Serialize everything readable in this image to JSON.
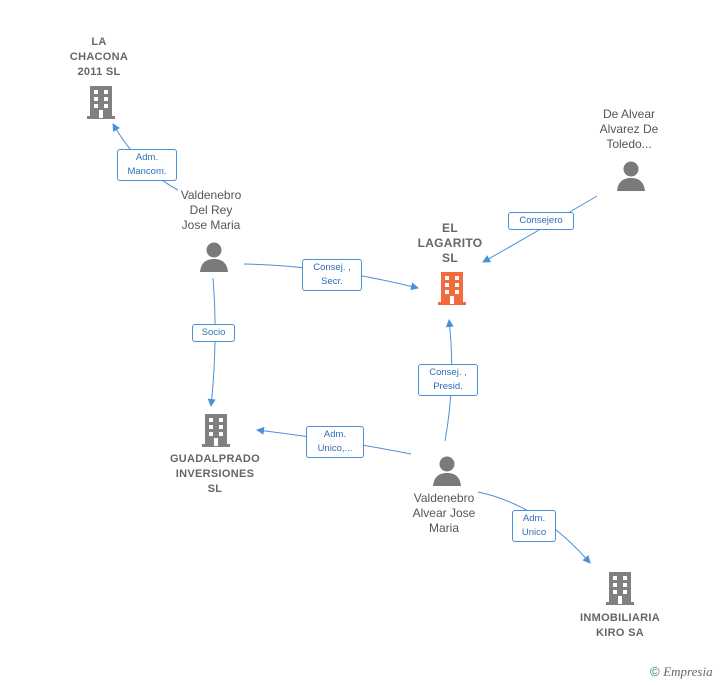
{
  "nodes": {
    "la_chacona": {
      "label": "LA\nCHACONA\n2011  SL",
      "type": "company"
    },
    "de_alvear": {
      "label": "De Alvear\nAlvarez De\nToledo...",
      "type": "person"
    },
    "valdenebro_del_rey": {
      "label": "Valdenebro\nDel Rey\nJose Maria",
      "type": "person"
    },
    "el_lagarito": {
      "label": "EL\nLAGARITO\nSL",
      "type": "company-main"
    },
    "guadalprado": {
      "label": "GUADALPRADO\nINVERSIONES\nSL",
      "type": "company"
    },
    "valdenebro_alvear": {
      "label": "Valdenebro\nAlvear Jose\nMaria",
      "type": "person"
    },
    "inmobiliaria_kiro": {
      "label": "INMOBILIARIA\nKIRO SA",
      "type": "company"
    }
  },
  "edges": {
    "adm_mancom": "Adm.\nMancom.",
    "consejero": "Consejero",
    "consej_secr": "Consej. ,\nSecr.",
    "socio": "Socio",
    "consej_presid": "Consej. ,\nPresid.",
    "adm_unico_multi": "Adm.\nUnico,...",
    "adm_unico": "Adm.\nUnico"
  },
  "colors": {
    "edge": "#4a90d9",
    "company_icon": "#808080",
    "main_company_icon": "#f26a3d",
    "person_icon": "#7a7a7a"
  },
  "footer": {
    "copyright": "©",
    "brand": "Empresia"
  }
}
